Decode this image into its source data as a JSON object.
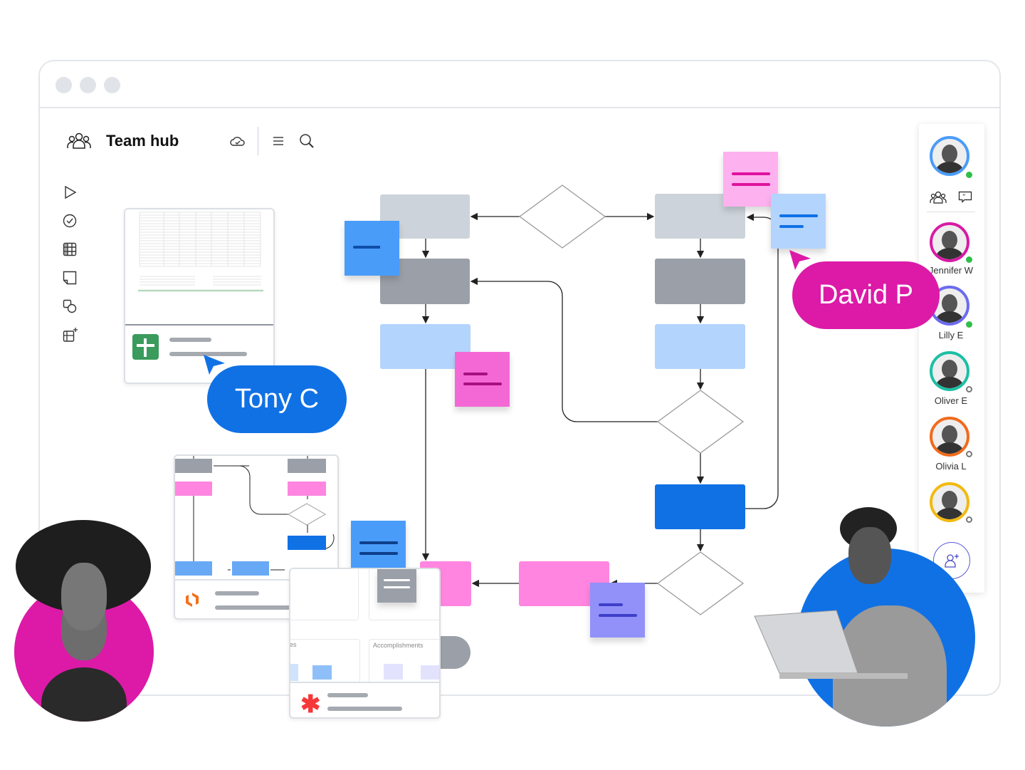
{
  "header": {
    "title": "Team hub",
    "icons": [
      "team-icon",
      "cloud-saved-icon",
      "menu-icon",
      "search-icon"
    ]
  },
  "toolbar": {
    "icons": [
      "select-pointer-icon",
      "check-circle-icon",
      "table-icon",
      "sticky-note-icon",
      "shapes-icon",
      "add-frame-icon"
    ]
  },
  "cursors": [
    {
      "name": "Tony C",
      "color": "#1071e5"
    },
    {
      "name": "David P",
      "color": "#dc1aa7"
    }
  ],
  "board_card": {
    "sections": [
      "es",
      "Accomplishments"
    ]
  },
  "collaborators": [
    {
      "name": "",
      "ring": "#4a9cf9",
      "status": "online"
    },
    {
      "name": "Jennifer W",
      "ring": "#d81ba5",
      "status": "online"
    },
    {
      "name": "Lilly E",
      "ring": "#6b6bf0",
      "status": "online"
    },
    {
      "name": "Oliver E",
      "ring": "#1bbfa5",
      "status": "away"
    },
    {
      "name": "Olivia L",
      "ring": "#f26a1b",
      "status": "away"
    },
    {
      "name": "",
      "ring": "#f2b90f",
      "status": "away"
    }
  ],
  "colors": {
    "blue": "#1071e5",
    "magenta": "#dc1aa7",
    "online": "#2fbf4a"
  }
}
